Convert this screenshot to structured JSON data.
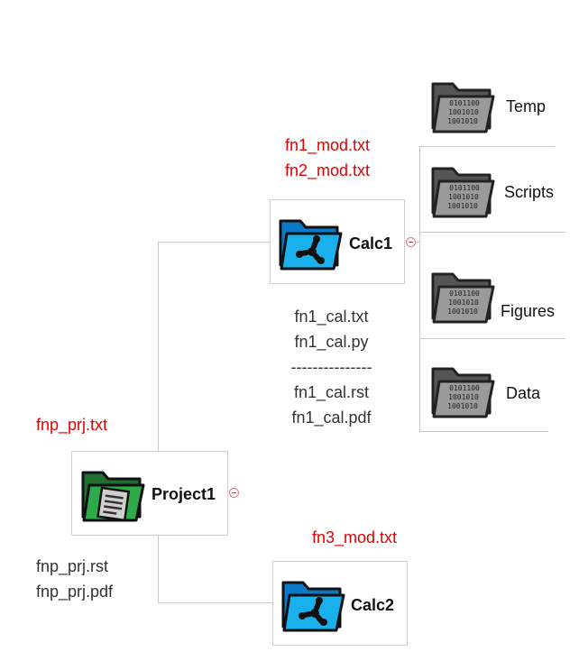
{
  "root": {
    "label": "Project1",
    "notes_above": [
      "fnp_prj.txt"
    ],
    "notes_below": [
      "fnp_prj.rst",
      "fnp_prj.pdf"
    ],
    "icon": "document-folder-icon"
  },
  "calc1": {
    "label": "Calc1",
    "notes_above": [
      "fn1_mod.txt",
      "fn2_mod.txt"
    ],
    "notes_below": [
      "fn1_cal.txt",
      "fn1_cal.py",
      "---------------",
      "fn1_cal.rst",
      "fn1_cal.pdf"
    ],
    "icon": "gear-folder-icon",
    "children": [
      {
        "label": "Temp",
        "icon": "binary-folder-icon"
      },
      {
        "label": "Scripts",
        "icon": "binary-folder-icon"
      },
      {
        "label": "Figures",
        "icon": "binary-folder-icon"
      },
      {
        "label": "Data",
        "icon": "binary-folder-icon"
      }
    ]
  },
  "calc2": {
    "label": "Calc2",
    "notes_above": [
      "fn3_mod.txt"
    ],
    "icon": "gear-folder-icon"
  },
  "colors": {
    "note_red": "#e00000",
    "connector": "#c9c9c9",
    "green_folder": "#2eaa4a",
    "blue_folder": "#1ab0ee",
    "gray_folder": "#9a9a9a"
  }
}
